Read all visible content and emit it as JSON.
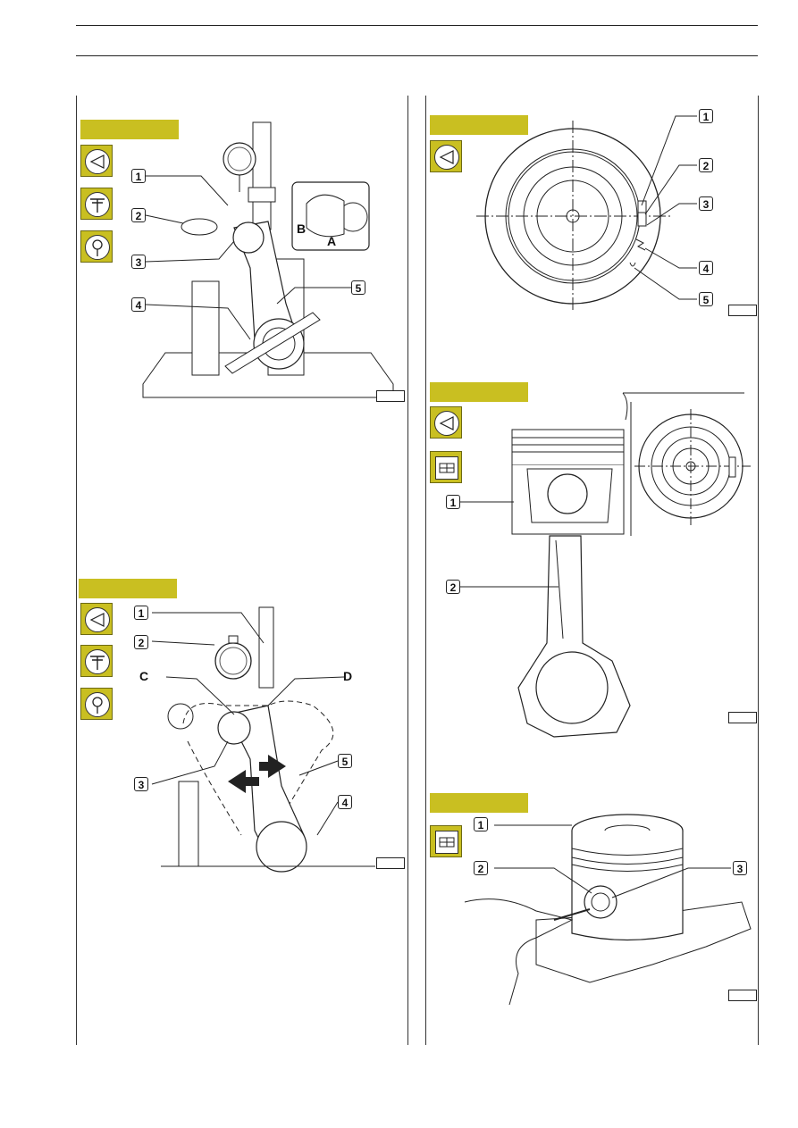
{
  "figures": {
    "fig1": {
      "callouts": [
        "1",
        "2",
        "3",
        "4",
        "5"
      ],
      "letters": [
        "B",
        "A"
      ],
      "icons": [
        "measure-icon",
        "gauge-tool-icon",
        "inspect-icon"
      ]
    },
    "fig2": {
      "callouts": [
        "1",
        "2",
        "3",
        "4",
        "5"
      ],
      "letters": [
        "C",
        "D"
      ],
      "icons": [
        "measure-icon",
        "gauge-tool-icon",
        "inspect-icon"
      ]
    },
    "fig3": {
      "callouts": [
        "1",
        "2",
        "3",
        "4",
        "5"
      ],
      "icons": [
        "measure-icon"
      ]
    },
    "fig4": {
      "callouts": [
        "1",
        "2"
      ],
      "icons": [
        "measure-icon",
        "assembly-icon"
      ]
    },
    "fig5": {
      "callouts": [
        "1",
        "2",
        "3"
      ],
      "icons": [
        "assembly-icon"
      ]
    }
  },
  "colors": {
    "tab": "#c9bf21",
    "line": "#222222"
  }
}
